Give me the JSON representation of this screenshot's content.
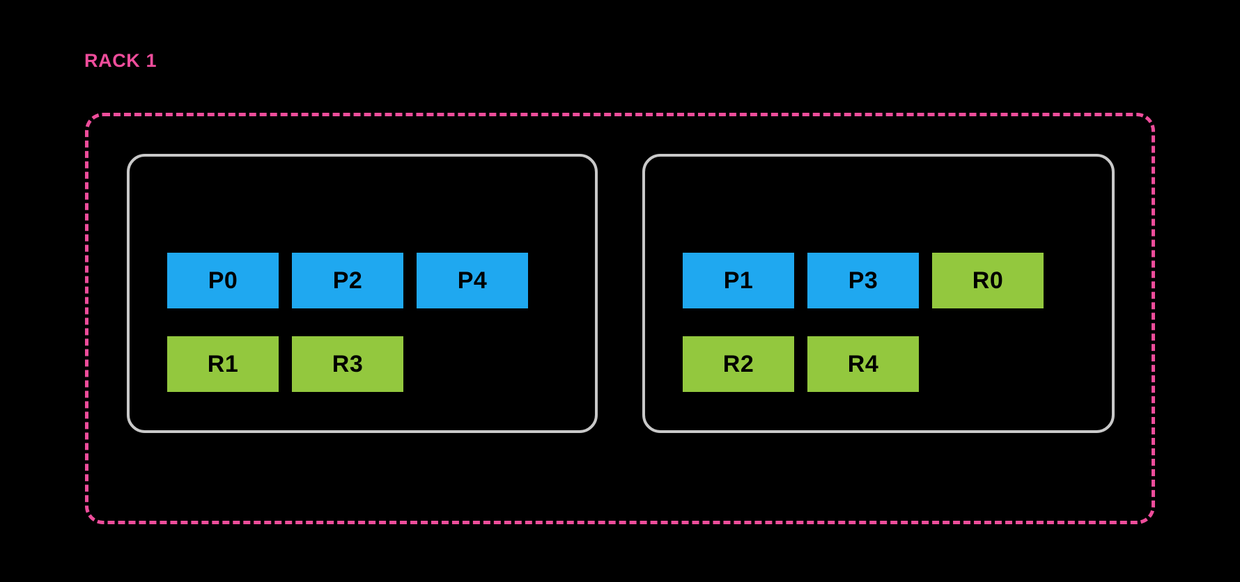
{
  "diagram": {
    "title": "RACK 1",
    "colors": {
      "background": "#000000",
      "rack_boundary": "#ee4d9b",
      "rack_label": "#ee4d9b",
      "node_boundary": "#c9c9c9",
      "primary_block": "#1fa8f0",
      "replica_block": "#93c83e",
      "block_text": "#000000"
    },
    "nodes": [
      {
        "id": "node-left",
        "blocks": [
          {
            "label": "P0",
            "kind": "primary",
            "row": 1,
            "col": 1
          },
          {
            "label": "P2",
            "kind": "primary",
            "row": 1,
            "col": 2
          },
          {
            "label": "P4",
            "kind": "primary",
            "row": 1,
            "col": 3
          },
          {
            "label": "R1",
            "kind": "replica",
            "row": 2,
            "col": 1
          },
          {
            "label": "R3",
            "kind": "replica",
            "row": 2,
            "col": 2
          }
        ]
      },
      {
        "id": "node-right",
        "blocks": [
          {
            "label": "P1",
            "kind": "primary",
            "row": 1,
            "col": 1
          },
          {
            "label": "P3",
            "kind": "primary",
            "row": 1,
            "col": 2
          },
          {
            "label": "R0",
            "kind": "replica",
            "row": 1,
            "col": 3
          },
          {
            "label": "R2",
            "kind": "replica",
            "row": 2,
            "col": 1
          },
          {
            "label": "R4",
            "kind": "replica",
            "row": 2,
            "col": 2
          }
        ]
      }
    ]
  }
}
